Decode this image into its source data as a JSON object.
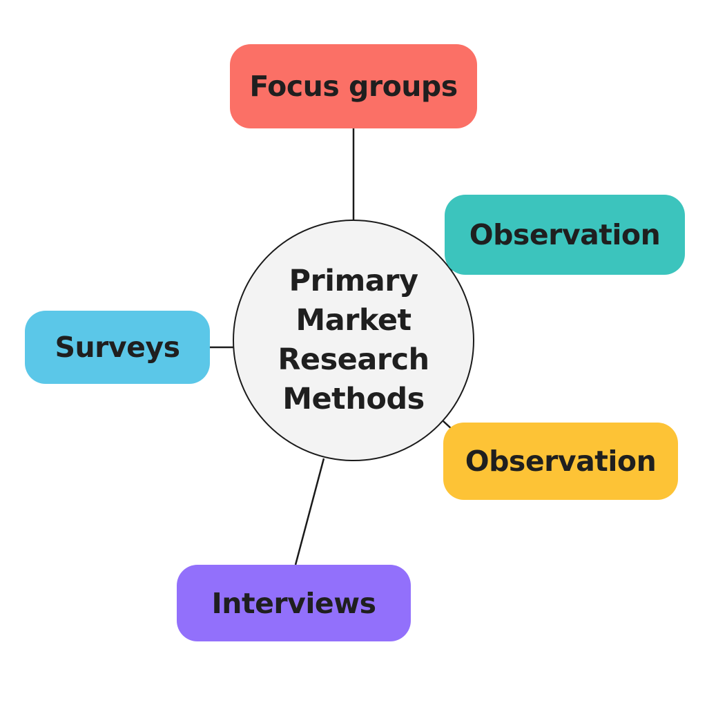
{
  "diagram": {
    "center": {
      "lines": [
        "Primary",
        "Market",
        "Research",
        "Methods"
      ],
      "fill": "#f3f3f3"
    },
    "nodes": [
      {
        "id": "focus-groups",
        "label": "Focus groups",
        "color": "#fb7066"
      },
      {
        "id": "observation-1",
        "label": "Observation",
        "color": "#3cc4bd"
      },
      {
        "id": "surveys",
        "label": "Surveys",
        "color": "#5bc7e8"
      },
      {
        "id": "observation-2",
        "label": "Observation",
        "color": "#fdc336"
      },
      {
        "id": "interviews",
        "label": "Interviews",
        "color": "#9270fb"
      }
    ],
    "edges": [
      {
        "from": "center",
        "to": "focus-groups"
      },
      {
        "from": "center",
        "to": "observation-1"
      },
      {
        "from": "center",
        "to": "surveys"
      },
      {
        "from": "center",
        "to": "observation-2"
      },
      {
        "from": "center",
        "to": "interviews"
      }
    ]
  }
}
